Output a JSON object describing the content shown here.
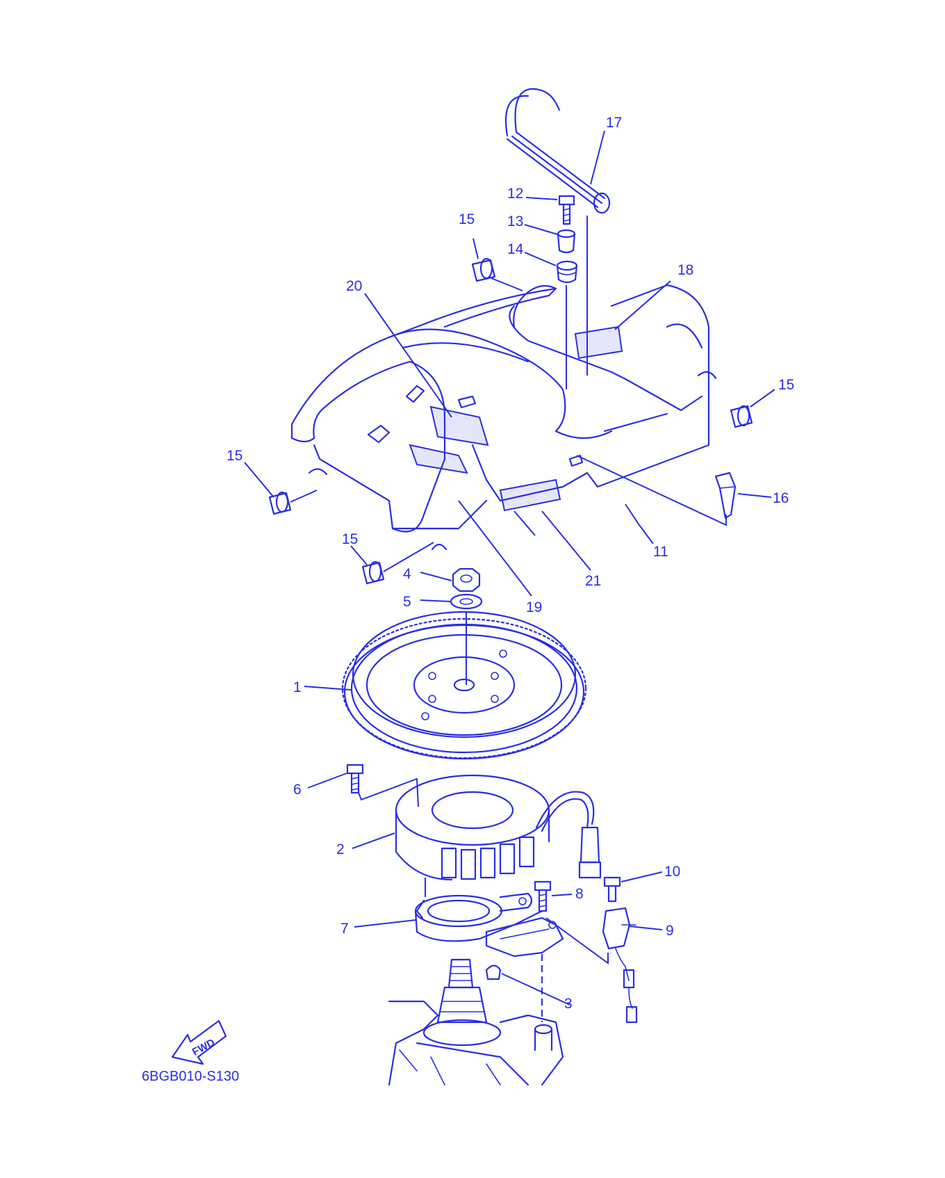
{
  "diagram": {
    "callouts": {
      "c1": "1",
      "c2": "2",
      "c3": "3",
      "c4": "4",
      "c5": "5",
      "c6": "6",
      "c7": "7",
      "c8": "8",
      "c9": "9",
      "c10": "10",
      "c11": "11",
      "c12": "12",
      "c13": "13",
      "c14": "14",
      "c15a": "15",
      "c15b": "15",
      "c15c": "15",
      "c15d": "15",
      "c16": "16",
      "c17": "17",
      "c18": "18",
      "c19": "19",
      "c20": "20",
      "c21": "21"
    },
    "fwd_label": "FWD",
    "diagram_code": "6BGB010-S130",
    "line_color": "#2a2ee0",
    "icons": {
      "direction": "fwd-arrow-icon"
    }
  }
}
